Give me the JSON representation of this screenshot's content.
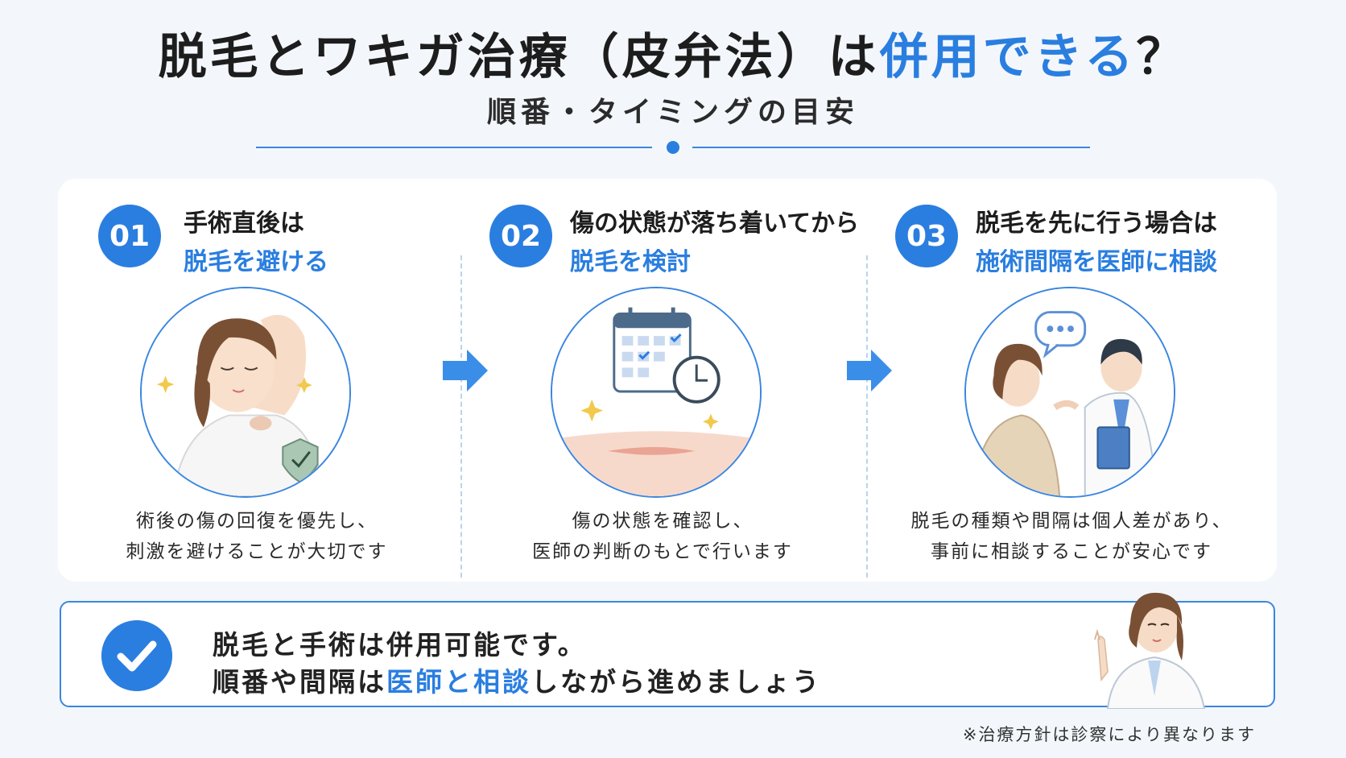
{
  "title": {
    "prefix": "脱毛とワキガ治療（皮弁法）は",
    "accent": "併用できる",
    "suffix": "？"
  },
  "subtitle": "順番・タイミングの目安",
  "steps": [
    {
      "num": "01",
      "head_line1": "手術直後は",
      "head_line2": "脱毛を避ける",
      "desc_line1": "術後の傷の回復を優先し、",
      "desc_line2": "刺激を避けることが大切です"
    },
    {
      "num": "02",
      "head_line1": "傷の状態が落ち着いてから",
      "head_line2": "脱毛を検討",
      "desc_line1": "傷の状態を確認し、",
      "desc_line2": "医師の判断のもとで行います"
    },
    {
      "num": "03",
      "head_line1": "脱毛を先に行う場合は",
      "head_line2": "施術間隔を医師に相談",
      "desc_line1": "脱毛の種類や間隔は個人差があり、",
      "desc_line2": "事前に相談することが安心です"
    }
  ],
  "summary": {
    "line1": "脱毛と手術は併用可能です。",
    "line2_pre": "順番や間隔は",
    "line2_accent": "医師と相談",
    "line2_post": "しながら進めましょう"
  },
  "note": "※治療方針は診察により異なります",
  "icons": {
    "step1": "woman-armpit-shield-illustration",
    "step2": "calendar-clock-skin-illustration",
    "step3": "doctor-consultation-illustration",
    "arrow": "arrow-right-icon",
    "check": "checkmark-circle-icon",
    "doctor": "doctor-pointing-illustration"
  },
  "colors": {
    "accent": "#2a7ee0",
    "background": "#f3f7fb"
  }
}
